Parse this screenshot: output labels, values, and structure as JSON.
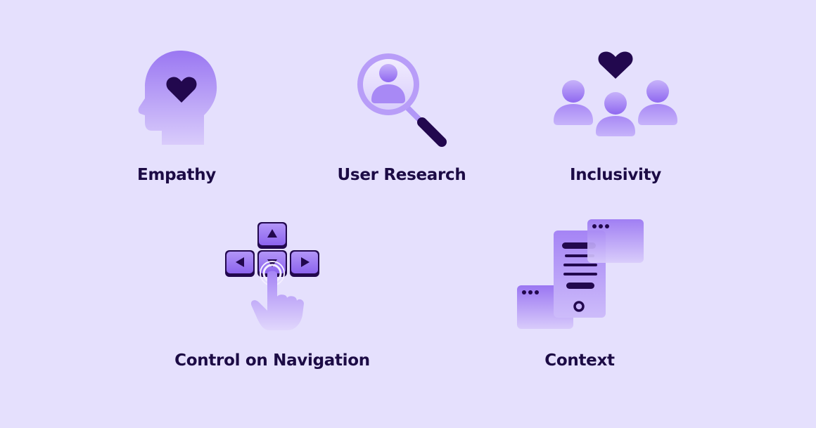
{
  "colors": {
    "background": "#E5E0FD",
    "label": "#1C0B45",
    "icon_dark": "#22084E",
    "icon_primary": "#9E7BF3",
    "icon_light": "#D6C8FB"
  },
  "cards": [
    {
      "label": "Empathy",
      "icon": "head-heart-icon"
    },
    {
      "label": "User Research",
      "icon": "magnifier-user-icon"
    },
    {
      "label": "Inclusivity",
      "icon": "people-heart-icon"
    },
    {
      "label": "Control on Navigation",
      "icon": "arrow-keys-pointer-icon"
    },
    {
      "label": "Context",
      "icon": "documents-windows-icon"
    }
  ]
}
